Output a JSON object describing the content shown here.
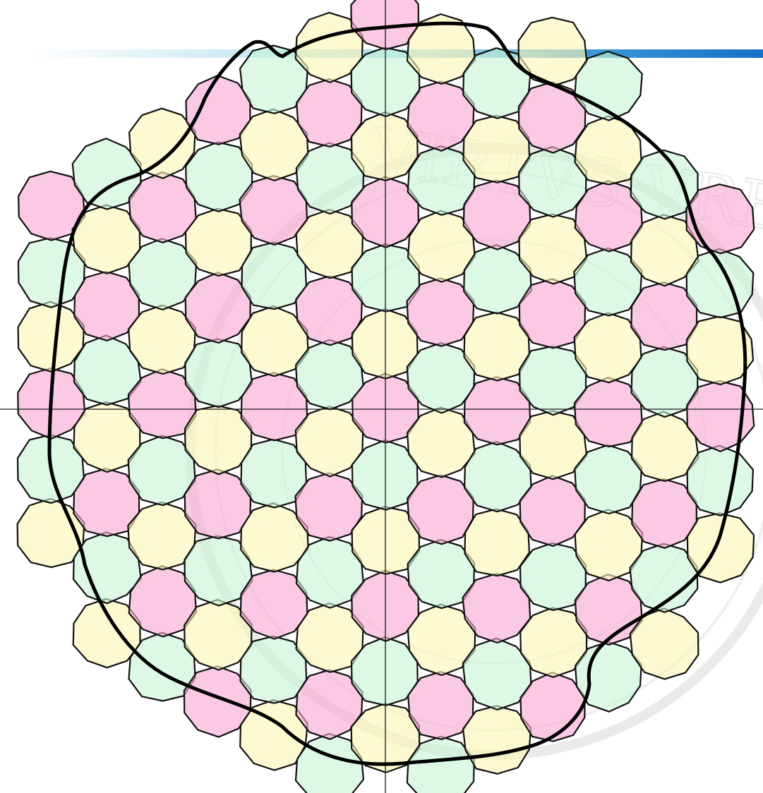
{
  "figure": {
    "tiles": {
      "shape": "rounded-irregular-polygon",
      "count_approx": 150,
      "fill_opacity": 0.62,
      "colors": {
        "pink": "#f9a8d4",
        "green": "#c8f5d6",
        "yellow": "#fbf6b4"
      },
      "color_cycle": [
        "pink",
        "yellow",
        "green"
      ]
    },
    "boundary": {
      "stroke": "#000000"
    },
    "axes": {
      "stroke": "#222222"
    },
    "header_bar": {
      "gradient_from": "#ffffff",
      "gradient_mid": "#8fd3e6",
      "gradient_to": "#1570c8"
    },
    "watermark": {
      "type": "university seal",
      "color": "#dcdcdc",
      "lettering": "VIRTUS VIRBIS"
    }
  }
}
